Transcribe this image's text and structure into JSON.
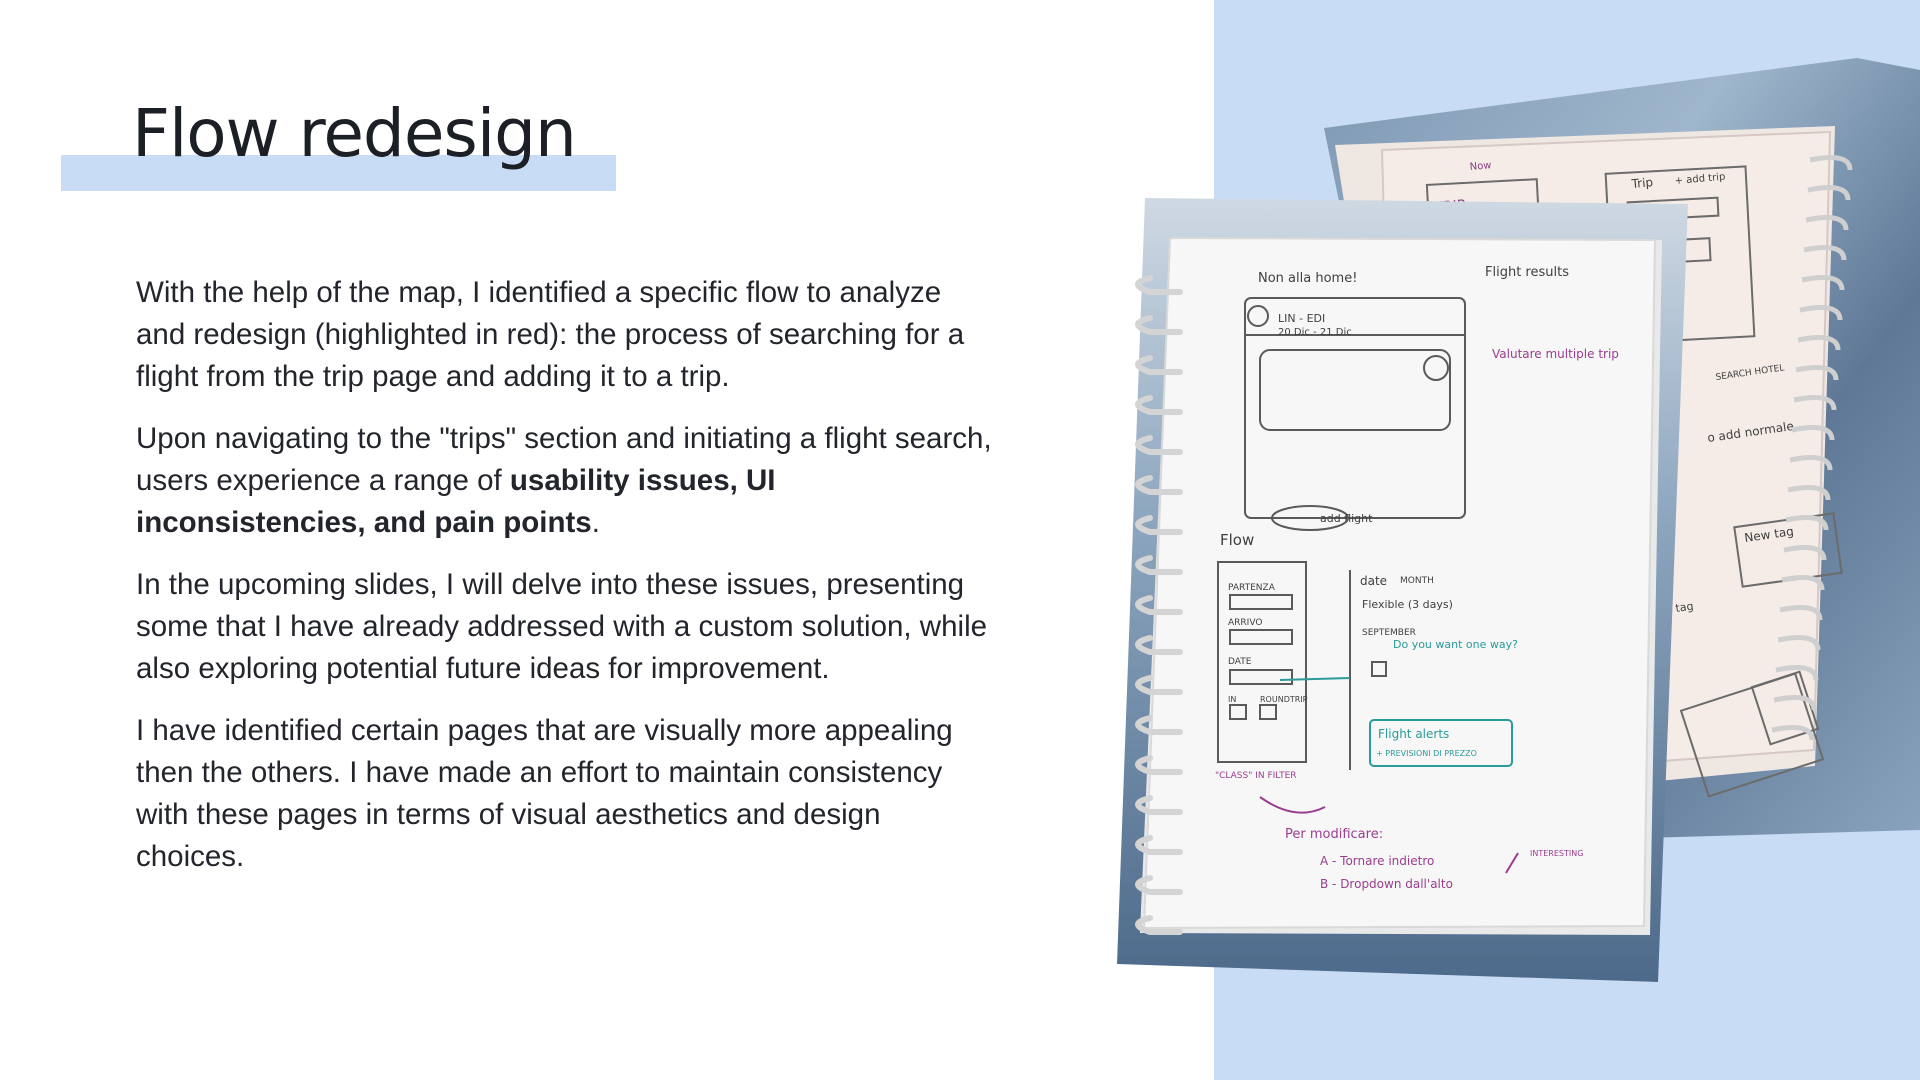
{
  "slide": {
    "title": "Flow redesign",
    "paragraphs": [
      {
        "text": "With the help of the map, I identified a specific flow to analyze and redesign (highlighted in red): the process of searching for a flight from the trip page and adding it to a trip."
      },
      {
        "before": "Upon navigating to the \"trips\" section and initiating a flight search, users experience a range of ",
        "bold": "usability issues, UI inconsistencies, and pain points",
        "after": "."
      },
      {
        "text": "In the upcoming slides, I will delve into these issues, presenting some that I have already addressed with a custom solution, while also exploring potential future ideas for improvement."
      },
      {
        "text": "I have identified certain pages that are visually more appealing then the others. I have made an effort to maintain consistency with these pages in terms of visual aesthetics and design choices."
      }
    ]
  },
  "colors": {
    "accent_panel": "#c9dcf5",
    "title_text": "#1c1f26",
    "body_text": "#22252b"
  },
  "sketch": {
    "front_page": {
      "note_top_left": "Non alla home!",
      "note_top_right": "Flight results",
      "route": "LIN - EDI",
      "dates": "20 Dic - 21 Dic",
      "note_right": "Valutare multiple trip",
      "add_flight": "add flight",
      "flow_label": "Flow",
      "form_labels": [
        "PARTENZA",
        "ARRIVO",
        "DATE",
        "IN",
        "ROUNDTRIP"
      ],
      "class_note": "\"CLASS\" IN FILTER",
      "date_label": "date",
      "month_label": "MONTH",
      "flexible": "Flexible (3 days)",
      "september": "SEPTEMBER",
      "one_way": "Do you want one way?",
      "alerts_line1": "Flight alerts",
      "alerts_line2": "+ PREVISIONI DI PREZZO",
      "modify": "Per modificare:",
      "option_a": "A - Tornare indietro",
      "option_b": "B - Dropdown dall'alto",
      "interesting": "INTERESTING"
    },
    "back_page": {
      "trip": "TRIP",
      "now": "Now",
      "trip_header": "Trip",
      "add_trip": "+ add trip",
      "search_hotel": "SEARCH HOTEL",
      "add_normale": "o add normale",
      "new_tag": "New tag",
      "tag": "tag"
    }
  }
}
